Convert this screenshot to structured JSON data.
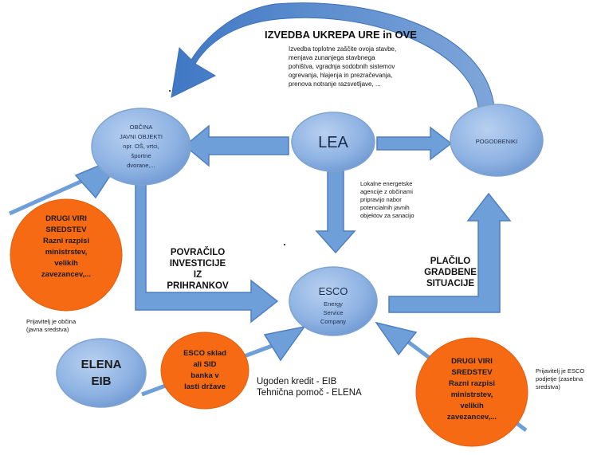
{
  "title": "IZVEDBA UKREPA URE in OVE",
  "measures": [
    "Izvedba toplotne zaščite ovoja stavbe,",
    "menjava zunanjega stavbnega",
    "pohištva, vgradnja sodobnih sistemov",
    "ogrevanja, hlajenja in prezračevanja,",
    "prenova notranje razsvetljave, ..."
  ],
  "nodes": {
    "obcina": [
      "OBČINA",
      "JAVNI OBJEKTI",
      "npr. OŠ, vrtci,",
      "športne",
      "dvorane,..."
    ],
    "lea": "LEA",
    "pogodbeniki": "POGODBENIKI",
    "esco": {
      "title": "ESCO",
      "lines": [
        "Energy",
        "Service",
        "Company"
      ]
    },
    "elena": [
      "ELENA",
      "EIB"
    ],
    "esco_sklad": [
      "ESCO sklad",
      "ali SID",
      "banka v",
      "lasti države"
    ],
    "drugi_viri_left": [
      "DRUGI VIRI",
      "SREDSTEV",
      "Razni razpisi",
      "ministrstev,",
      "velikih",
      "zavezancev,..."
    ],
    "drugi_viri_right": [
      "DRUGI VIRI",
      "SREDSTEV",
      "Razni razpisi",
      "ministrstev,",
      "velikih",
      "zavezancev,..."
    ]
  },
  "lea_note": [
    "Lokalne energetske",
    "agencije z občinami",
    "pripravijo  nabor",
    "potencialnih javnih",
    "objektov  za sanacijo"
  ],
  "labels": {
    "povracilo": [
      "POVRAČILO",
      "INVESTICIJE",
      "IZ",
      "PRIHRANKOV"
    ],
    "placilo": [
      "PLAČILO",
      "GRADBENE",
      "SITUACIJE"
    ],
    "kredit": [
      "Ugoden kredit - EIB",
      "Tehnična pomoč - ELENA"
    ],
    "prijavitelj_obcina": [
      "Prijavitelj je občina",
      "(javna sredstva)"
    ],
    "prijavitelj_esco": [
      "Prijavitelj je ESCO",
      "podjetje (zasebna",
      "sredstva)"
    ]
  },
  "colors": {
    "node_blue": "#8fb3e3",
    "arrow_blue": "#6f9fd8",
    "dark_arrow": "#4a7fc8",
    "orange": "#f56a12"
  }
}
